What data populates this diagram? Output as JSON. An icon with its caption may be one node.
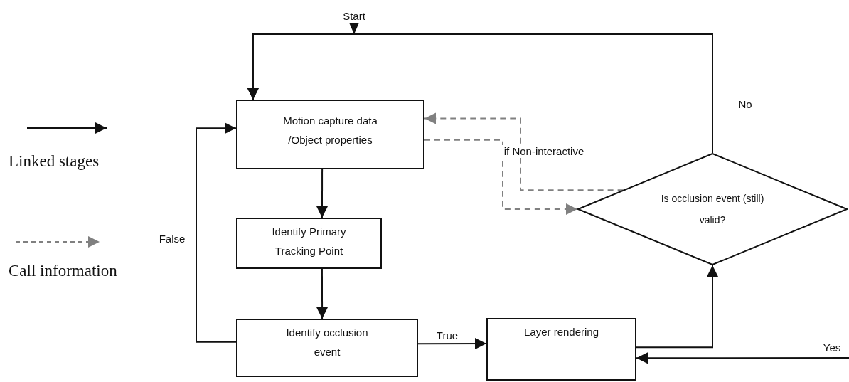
{
  "diagram": {
    "nodes": [
      {
        "text": [
          "Start"
        ]
      },
      {
        "text": [
          "Motion capture data /Object properties"
        ]
      },
      {
        "text": [
          "Identify Primary Tracking Point"
        ]
      },
      {
        "text": [
          "Identify occlusion event"
        ]
      },
      {
        "text": [
          "Layer rendering"
        ]
      },
      {
        "text": [
          "Is occlusion event (still) valid?"
        ]
      }
    ],
    "edges": [
      {
        "from": 0,
        "to": 1,
        "arrow": "to"
      },
      {
        "from": 5,
        "to": 1,
        "arrow": "to",
        "label": "No"
      },
      {
        "from": 1,
        "to": 2,
        "arrow": "to"
      },
      {
        "from": 2,
        "to": 3,
        "arrow": "to"
      },
      {
        "from": 3,
        "to": 1,
        "arrow": "to",
        "label": "False"
      },
      {
        "from": 3,
        "to": 4,
        "arrow": "to",
        "label": "True"
      },
      {
        "from": 4,
        "to": 5,
        "arrow": "to"
      },
      {
        "from": null,
        "to": 4,
        "arrow": "to",
        "label": "Yes"
      },
      {
        "from": 5,
        "to": 1,
        "arrow": "to",
        "label": "if Non-interactive",
        "style": "dashed",
        "color": "#808080"
      },
      {
        "from": 1,
        "to": 5,
        "arrow": "to",
        "style": "dashed",
        "color": "#808080"
      }
    ],
    "legend": [
      {
        "text": "Linked stages"
      },
      {
        "text": "Call information"
      }
    ]
  }
}
